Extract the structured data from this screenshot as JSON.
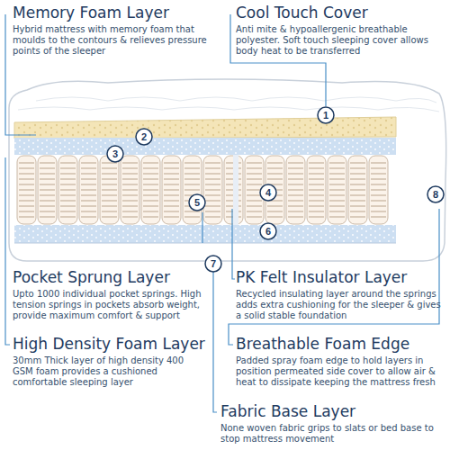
{
  "diagram": {
    "labels": [
      "Memory Foam Layer",
      "Hybrid mattress with memory foam that moulds to the contours & relieves pressure points of the sleeper",
      "Cool Touch Cover",
      "Anti mite & hypoallergenic breathable polyester. Soft touch sleeping cover allows body heat to be transferred",
      "1",
      "2",
      "3",
      "4",
      "5",
      "6",
      "7",
      "8",
      "Pocket Sprung Layer",
      "Upto 1000 individual pocket springs. High tension springs in pockets absorb weight, provide maximum comfort & support",
      "PK Felt Insulator Layer",
      "Recycled insulating layer around the springs adds extra cushioning for the sleeper & gives a solid stable foundation",
      "High Density Foam Layer",
      "30mm Thick layer of high density 400 GSM foam provides a cushioned comfortable sleeping layer",
      "Breathable Foam Edge",
      "Padded spray foam edge to hold layers in position permeated side cover to allow air & heat to dissipate keeping the mattress fresh",
      "Fabric Base Layer",
      "None woven fabric grips to slats or bed base to stop mattress movement"
    ]
  }
}
